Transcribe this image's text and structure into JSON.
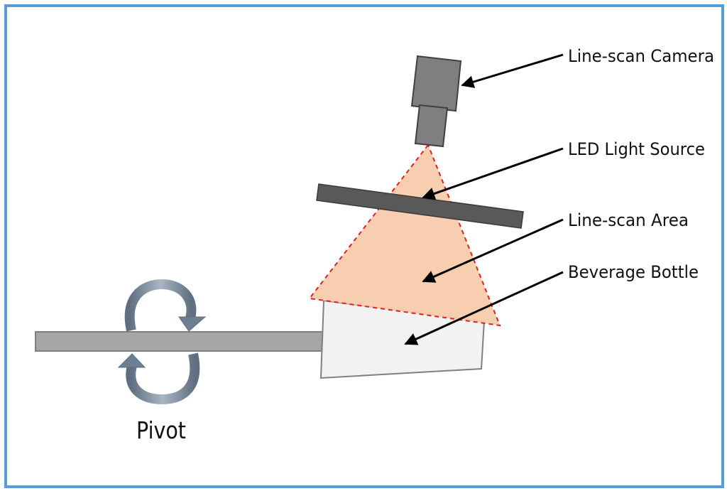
{
  "labels": {
    "camera": "Line-scan Camera",
    "led": "LED Light Source",
    "area": "Line-scan Area",
    "bottle": "Beverage Bottle",
    "pivot": "Pivot"
  },
  "colors": {
    "frame": "#5b9bd5",
    "camera": "#7f7f7f",
    "led_bar": "#595959",
    "scan_area_fill": "#f8cbad",
    "scan_area_outline": "#e02020",
    "bottle_fill": "#f2f2f2",
    "bottle_stroke": "#7f7f7f",
    "shaft": "#a6a6a6",
    "pivot_arrow": "#8497b0",
    "leader": "#000000"
  },
  "icons": {
    "pivot": "rotation-arrows-icon"
  }
}
